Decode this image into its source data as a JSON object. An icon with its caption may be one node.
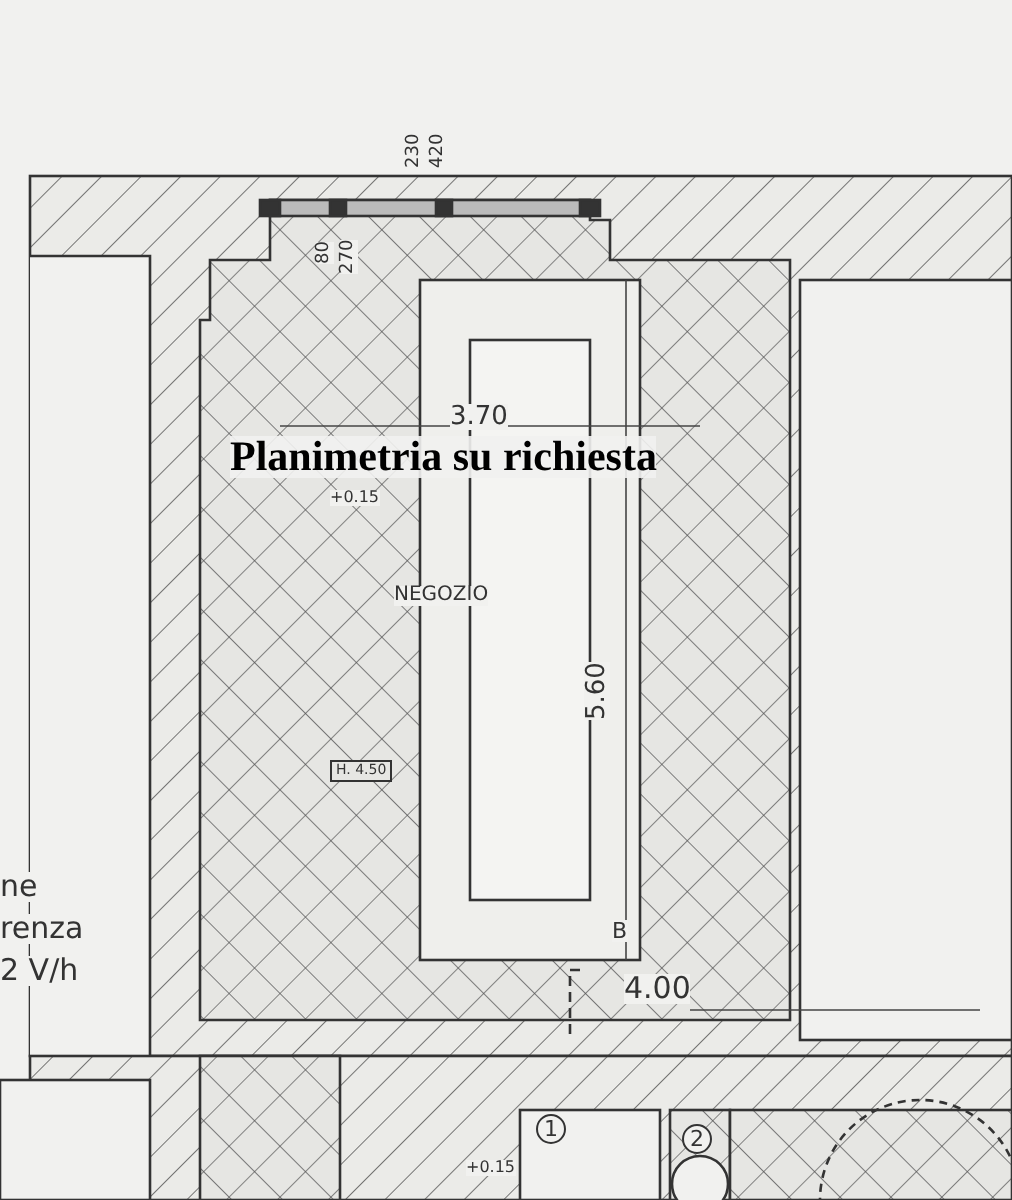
{
  "diagram": {
    "title": "Planimetria su richiesta",
    "labels": [
      "230",
      "420",
      "80",
      "270",
      "3.70",
      "+0.15",
      "NEGOZIO",
      "5.60",
      "H. 4.50",
      "ne",
      "renza",
      "2 V/h",
      "B",
      "4.00",
      "1",
      "2",
      "+0.15"
    ]
  }
}
